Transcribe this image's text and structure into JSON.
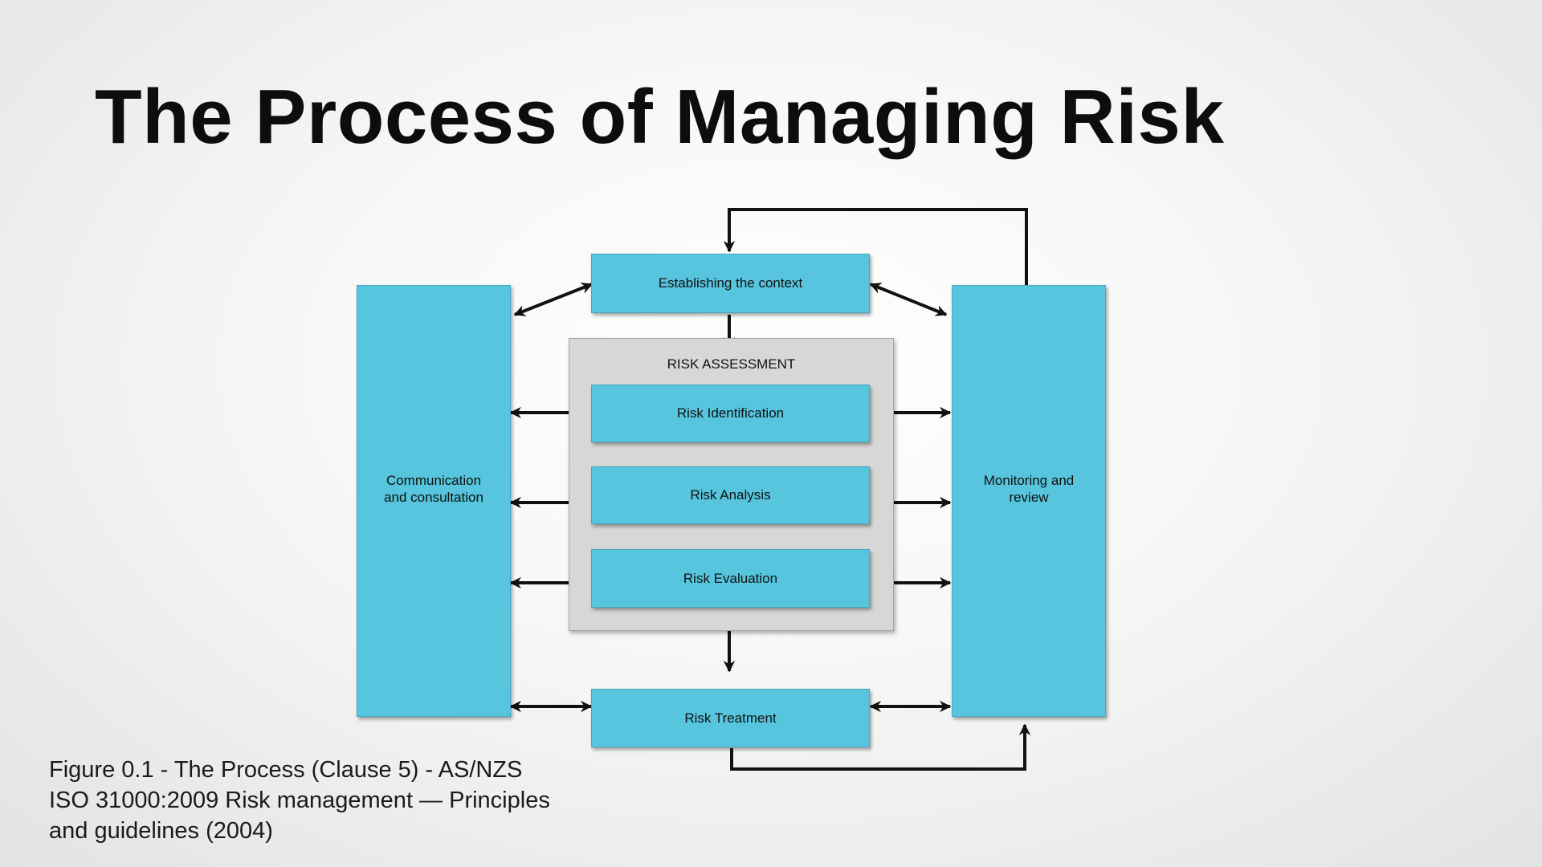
{
  "slide": {
    "title": "The Process of Managing Risk",
    "caption": "Figure 0.1 - The Process (Clause 5) - AS/NZS ISO 31000:2009 Risk management — Principles and guidelines (2004)"
  },
  "diagram": {
    "communication_label": "Communication and consultation",
    "monitoring_label": "Monitoring and review",
    "establishing_context_label": "Establishing the context",
    "risk_assessment_label": "RISK ASSESSMENT",
    "risk_identification_label": "Risk Identification",
    "risk_analysis_label": "Risk Analysis",
    "risk_evaluation_label": "Risk Evaluation",
    "risk_treatment_label": "Risk Treatment"
  },
  "colors": {
    "box_fill": "#56c5dd",
    "group_fill": "#d7d7d7",
    "arrow": "#111111"
  }
}
